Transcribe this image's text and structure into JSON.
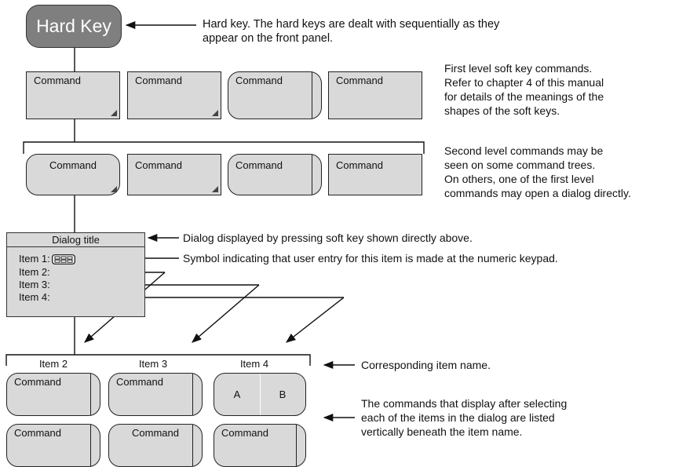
{
  "hard_key": {
    "label": "Hard Key"
  },
  "first_level": [
    {
      "label": "Command"
    },
    {
      "label": "Command"
    },
    {
      "label": "Command"
    },
    {
      "label": "Command"
    }
  ],
  "second_level": [
    {
      "label": "Command"
    },
    {
      "label": "Command"
    },
    {
      "label": "Command"
    },
    {
      "label": "Command"
    }
  ],
  "dialog": {
    "title": "Dialog title",
    "items": [
      "Item 1:",
      "Item 2:",
      "Item 3:",
      "Item 4:"
    ]
  },
  "columns": {
    "headers": [
      "Item 2",
      "Item 3",
      "Item 4"
    ],
    "row1": [
      "Command",
      "Command"
    ],
    "ab": [
      "A",
      "B"
    ],
    "row2": [
      "Command",
      "Command",
      "Command"
    ]
  },
  "annotations": {
    "hard_key": [
      "Hard key. The hard keys are dealt with sequentially as they",
      "appear on the front panel."
    ],
    "first_level": [
      "First level soft key commands.",
      "Refer to chapter 4 of this manual",
      "for details of the meanings of the",
      "shapes of the soft keys."
    ],
    "second_level": [
      "Second level commands may be",
      "seen on some command trees.",
      "On others, one of the first level",
      "commands may open a dialog directly."
    ],
    "dialog": "Dialog displayed by pressing soft key shown directly above.",
    "symbol": "Symbol indicating that user entry for this item is made at the numeric keypad.",
    "item_name": "Corresponding item name.",
    "commands_list": [
      "The commands that display after selecting",
      "each of the items in the dialog are listed",
      "vertically beneath the item name."
    ]
  }
}
